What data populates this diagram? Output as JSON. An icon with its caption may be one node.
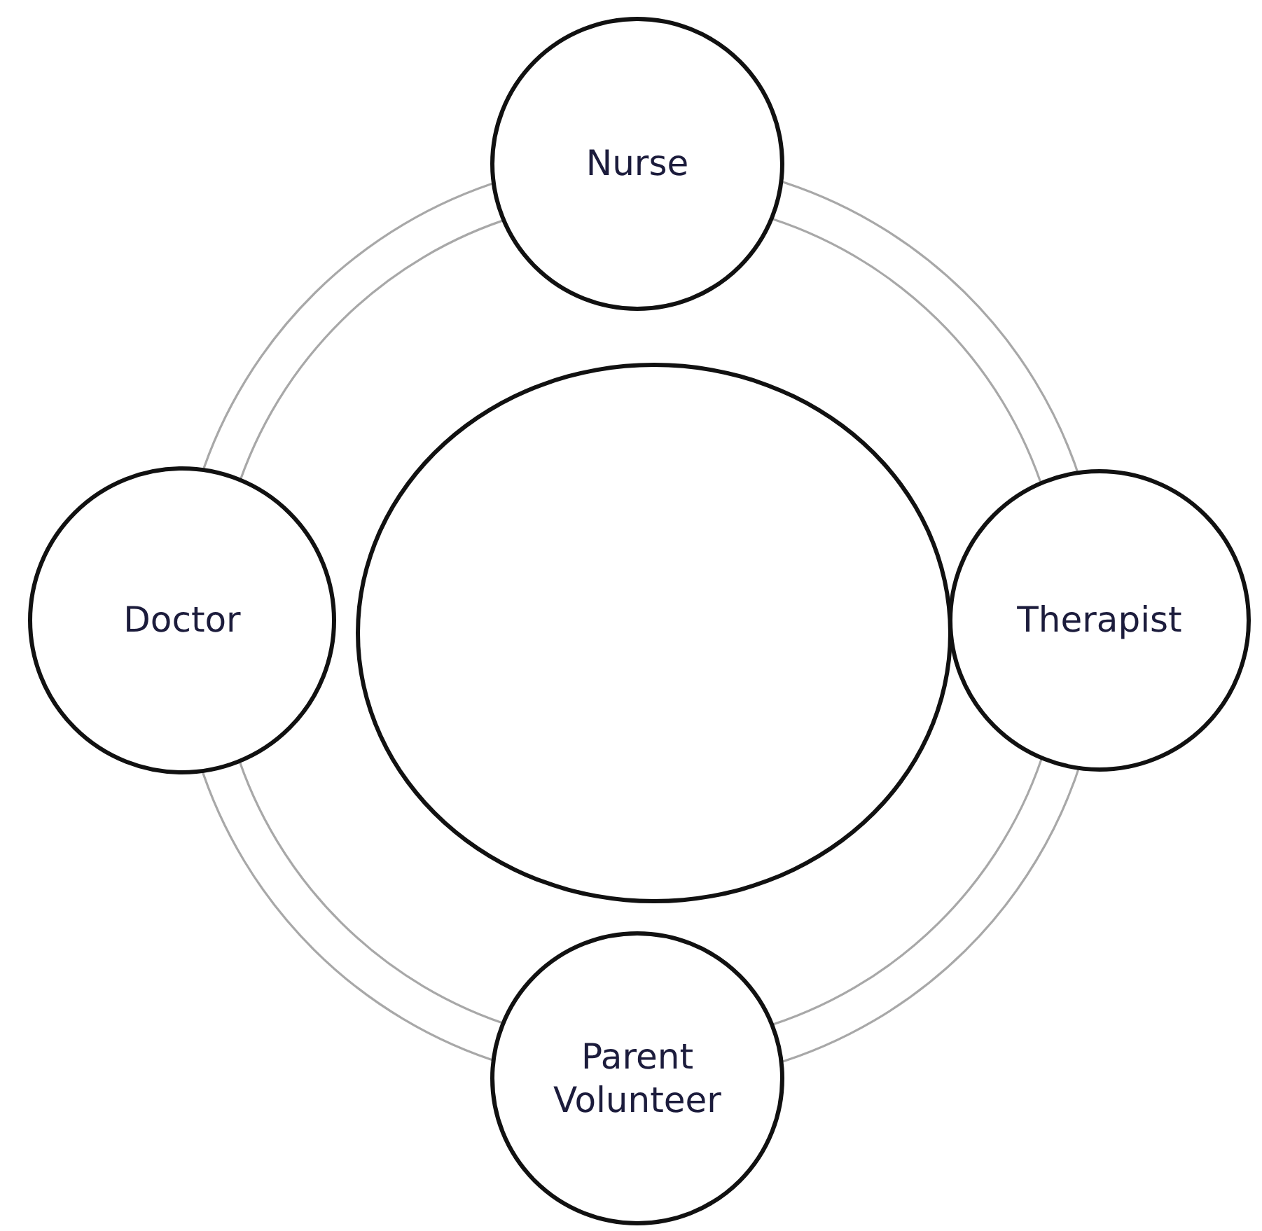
{
  "diagram": {
    "nodes": [
      {
        "text": [
          "Nurse"
        ]
      },
      {
        "text": [
          "Doctor"
        ]
      },
      {
        "text": [],
        "shape": "circle"
      },
      {
        "text": [
          "Therapist"
        ]
      },
      {
        "text": [
          "Parent Volunteer"
        ]
      }
    ],
    "edges": [
      {
        "from": 0,
        "to": 3,
        "arrow": "none"
      },
      {
        "from": 3,
        "to": 4,
        "arrow": "none"
      },
      {
        "from": 4,
        "to": 1,
        "arrow": "none"
      },
      {
        "from": 1,
        "to": 0,
        "arrow": "none"
      }
    ]
  }
}
